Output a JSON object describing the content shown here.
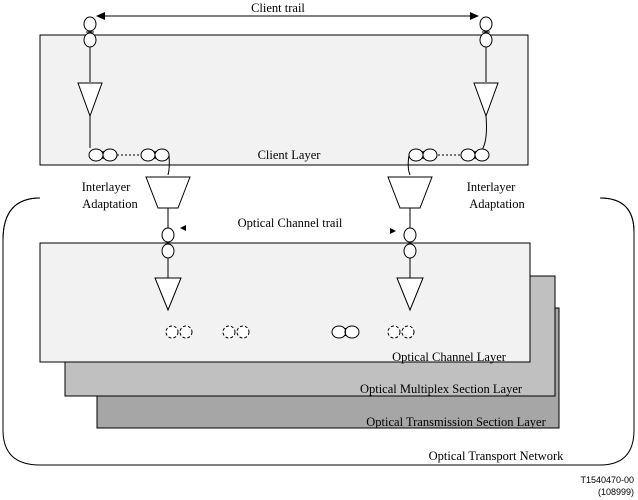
{
  "labels": {
    "client_trail": "Client trail",
    "client_layer": "Client Layer",
    "interlayer_left_line1": "Interlayer",
    "interlayer_left_line2": "Adaptation",
    "interlayer_right_line1": "Interlayer",
    "interlayer_right_line2": "Adaptation",
    "optical_channel_trail": "Optical Channel trail",
    "optical_channel_layer": "Optical Channel Layer",
    "optical_multiplex_section_layer": "Optical Multiplex Section Layer",
    "optical_transmission_section_layer": "Optical Transmission Section Layer",
    "optical_transport_network": "Optical Transport Network"
  },
  "figure_ref": {
    "id": "T1540470-00",
    "date": "(108999)"
  },
  "colors": {
    "optical_channel_fill": "#f2f2f2",
    "multiplex_fill": "#c0c0c0",
    "transmission_fill": "#a6a6a6",
    "line": "#000000"
  }
}
